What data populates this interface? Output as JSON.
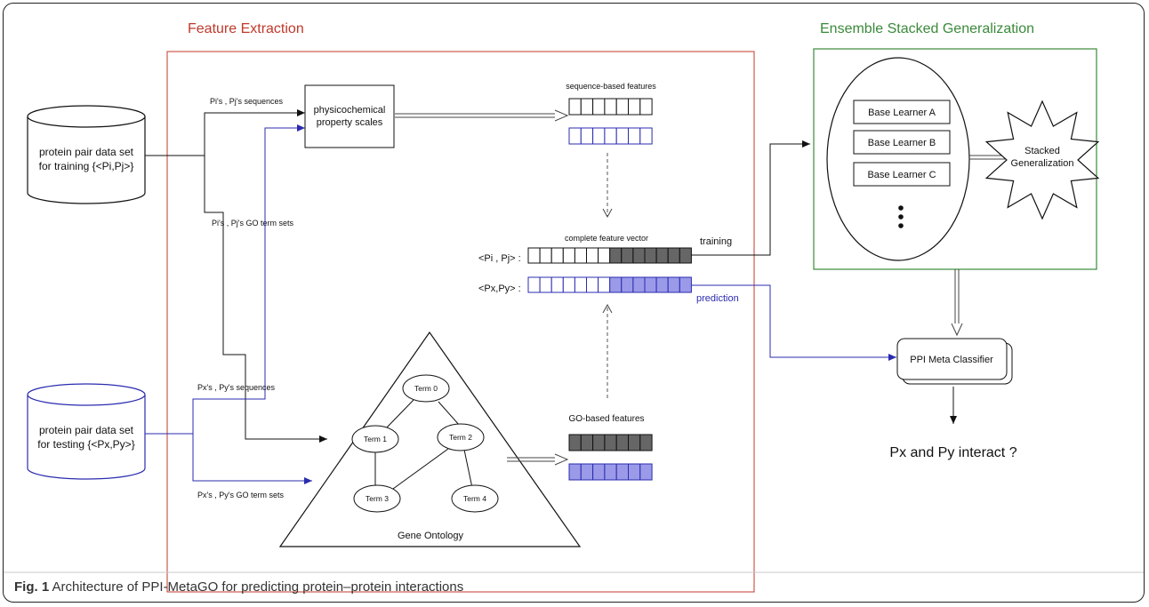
{
  "sections": {
    "feature_extraction": "Feature Extraction",
    "ensemble": "Ensemble Stacked Generalization"
  },
  "datasets": {
    "training_l1": "protein pair data set",
    "training_l2": "for training {<Pi,Pj>}",
    "testing_l1": "protein pair data set",
    "testing_l2": "for testing {<Px,Py>}"
  },
  "edge_labels": {
    "pi_seq": "Pi's , Pj's sequences",
    "pi_go": "Pi's , Pj's GO term sets",
    "px_seq": "Px's , Py's sequences",
    "px_go": "Px's , Py's GO term sets",
    "training": "training",
    "prediction": "prediction"
  },
  "physchem": {
    "l1": "physicochemical",
    "l2": "property scales"
  },
  "features": {
    "sequence_based": "sequence-based features",
    "complete_vector": "complete feature vector",
    "go_based": "GO-based features",
    "pij_label": "<Pi , Pj> :",
    "pxy_label": "<Px,Py> :"
  },
  "ontology": {
    "title": "Gene Ontology",
    "terms": [
      "Term 0",
      "Term 1",
      "Term 2",
      "Term 3",
      "Term 4"
    ]
  },
  "learners": [
    "Base Learner A",
    "Base Learner B",
    "Base Learner C"
  ],
  "stacked": {
    "l1": "Stacked",
    "l2": "Generalization"
  },
  "meta_classifier": "PPI Meta Classifier",
  "question": "Px and Py interact ?",
  "caption": {
    "label": "Fig. 1",
    "text": " Architecture of PPI-MetaGO for predicting protein–protein interactions"
  },
  "colors": {
    "red": "#c0392b",
    "green": "#3a8a3a",
    "blue": "#2b2bb0",
    "purple_fill": "#9a9ae8",
    "dark_fill": "#666666"
  }
}
